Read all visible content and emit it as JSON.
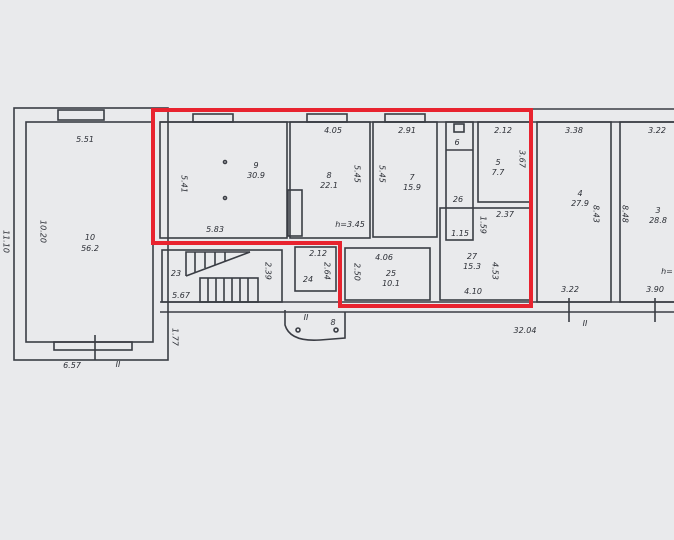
{
  "plan": {
    "highlight_color": "#e8232f",
    "rooms": [
      {
        "number": "10",
        "area": "56.2"
      },
      {
        "number": "9",
        "area": "30.9"
      },
      {
        "number": "8",
        "area": "22.1"
      },
      {
        "number": "7",
        "area": "15.9"
      },
      {
        "number": "6",
        "area": ""
      },
      {
        "number": "5",
        "area": "7.7"
      },
      {
        "number": "26",
        "area": ""
      },
      {
        "number": "27",
        "area": "15.3"
      },
      {
        "number": "25",
        "area": "10.1"
      },
      {
        "number": "24",
        "area": ""
      },
      {
        "number": "23",
        "area": ""
      },
      {
        "number": "4",
        "area": "27.9"
      },
      {
        "number": "3",
        "area": "28.8"
      },
      {
        "number": "8",
        "area": ""
      }
    ],
    "dimensions": {
      "d551": "5.51",
      "d1020": "10.20",
      "d1110": "11.10",
      "d657": "6.57",
      "d177": "1.77",
      "d541": "5.41",
      "d583": "5.83",
      "d405": "4.05",
      "d545a": "5.45",
      "d345": "h=3.45",
      "d291": "2.91",
      "d545b": "5.45",
      "d212a": "2.12",
      "d367": "3.67",
      "d115": "1.15",
      "d159": "1.59",
      "d237": "2.37",
      "d453": "4.53",
      "d410": "4.10",
      "d406": "4.06",
      "d250": "2.50",
      "d212b": "2.12",
      "d239": "2.39",
      "d264": "2.64",
      "d567": "5.67",
      "d338": "3.38",
      "d843": "8.43",
      "d322a": "3.22",
      "d322b": "3.22",
      "d848": "8.48",
      "d390": "3.90",
      "d3204": "32.04",
      "hR": "h="
    },
    "section_marks": [
      "II",
      "II",
      "II"
    ]
  }
}
